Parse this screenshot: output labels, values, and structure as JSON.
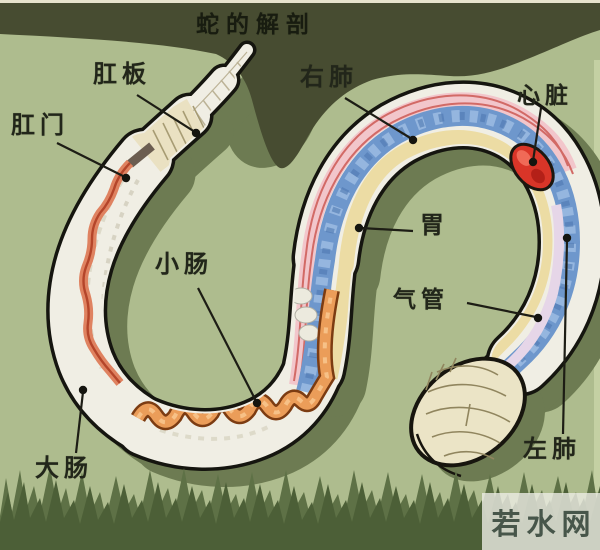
{
  "title": "蛇的解剖",
  "labels": {
    "anal_plate": "肛板",
    "anus": "肛门",
    "right_lung": "右肺",
    "heart": "心脏",
    "stomach": "胃",
    "small_intestine": "小肠",
    "trachea": "气管",
    "large_intestine": "大肠",
    "left_lung": "左肺"
  },
  "watermark": "若水网",
  "colors": {
    "background": "#aebc8e",
    "top_band": "#474c31",
    "shadow_green": "#6d7b52",
    "grass_back": "#5e7146",
    "grass_front": "#4c5f37",
    "snake_outline": "#15150f",
    "snake_body": "#f0eee4",
    "lung_blue": "#6e97cc",
    "membrane_pink": "#f2c6cb",
    "stomach_yellow": "#ecdca4",
    "intestine_orange": "#eb9d59",
    "large_intestine_salmon": "#df8260",
    "heart_red": "#d93528"
  }
}
